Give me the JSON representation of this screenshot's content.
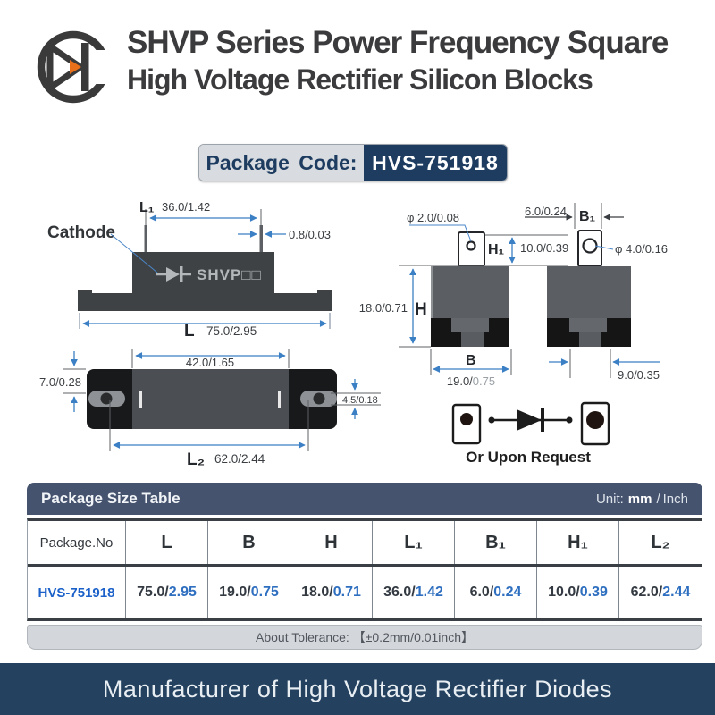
{
  "header": {
    "title_line1": "SHVP Series Power Frequency Square",
    "title_line2": "High Voltage Rectifier Silicon Blocks"
  },
  "banner": {
    "label": "Package Code:",
    "code": "HVS-751918"
  },
  "drawings": {
    "front": {
      "cathode": "Cathode",
      "marking": "SHVP□□",
      "l1_label": "L₁",
      "l1_value": "36.0/1.42",
      "pin_dim": "0.8/0.03",
      "l_label": "L",
      "l_value": "75.0/2.95"
    },
    "side": {
      "hole_small": "φ 2.0/0.08",
      "hole_big": "φ 4.0/0.16",
      "h1_label": "H₁",
      "h1_value": "10.0/0.39",
      "h_label": "H",
      "h_value": "18.0/0.71",
      "b_label": "B",
      "b_mm": "19.0/",
      "b_inch": "0.75",
      "b1_label": "B₁",
      "b1_value": "6.0/0.24",
      "offset": "9.0/0.35"
    },
    "top": {
      "center_value": "42.0/1.65",
      "edge_value": "7.0/0.28",
      "slot_value": "4.5/0.18",
      "l2_label": "L₂",
      "l2_value": "62.0/2.44"
    },
    "schematic": {
      "caption": "Or Upon Request"
    }
  },
  "table": {
    "title": "Package Size Table",
    "unit_label": "Unit:",
    "unit_mm": "mm",
    "unit_sep": "/",
    "unit_inch": "Inch",
    "columns": [
      "Package.No",
      "L",
      "B",
      "H",
      "L₁",
      "B₁",
      "H₁",
      "L₂"
    ],
    "sep": "/",
    "row": {
      "package_no": "HVS-751918",
      "l_mm": "75.0",
      "l_inch": "2.95",
      "b_mm": "19.0",
      "b_inch": "0.75",
      "h_mm": "18.0",
      "h_inch": "0.71",
      "l1_mm": "36.0",
      "l1_inch": "1.42",
      "b1_mm": "6.0",
      "b1_inch": "0.24",
      "h1_mm": "10.0",
      "h1_inch": "0.39",
      "l2_mm": "62.0",
      "l2_inch": "2.44"
    },
    "tolerance": "About Tolerance: 【±0.2mm/0.01inch】"
  },
  "footer": {
    "text": "Manufacturer of High Voltage Rectifier Diodes"
  },
  "colors": {
    "banner_navy": "#1d3c60",
    "table_band": "#46536f",
    "footer_navy": "#24425f",
    "dimension_blue": "#3b7fc4",
    "logo_orange": "#e8701a",
    "inch_blue": "#2f6fc0",
    "body_dark": "#3f4245"
  }
}
